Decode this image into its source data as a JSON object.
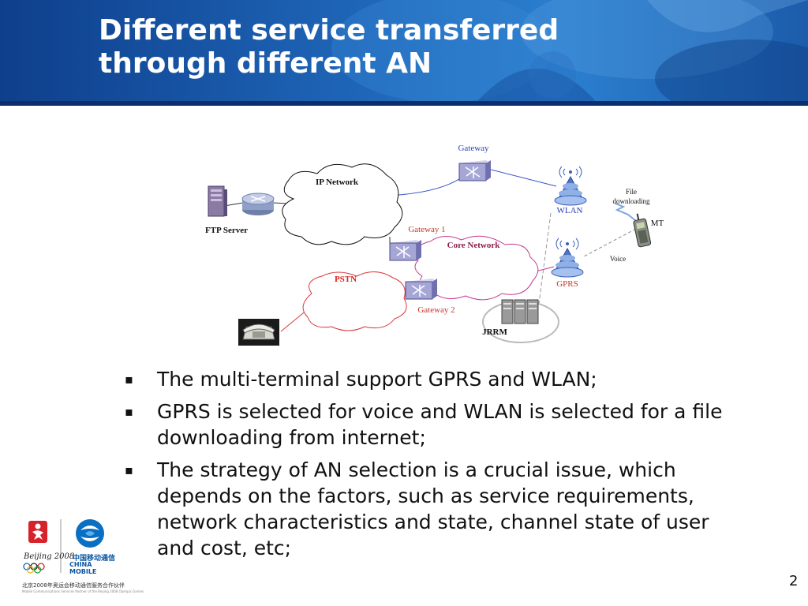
{
  "slide": {
    "title_line1": "Different service transferred",
    "title_line2": "through different AN",
    "page_number": "2"
  },
  "diagram": {
    "labels": {
      "gateway": "Gateway",
      "ip_network": "IP Network",
      "file_downloading_1": "File",
      "file_downloading_2": "downloading",
      "wlan": "WLAN",
      "mt": "MT",
      "ftp_server": "FTP Server",
      "gateway1": "Gateway 1",
      "core_network": "Core Network",
      "voice": "Voice",
      "pstn": "PSTN",
      "gprs": "GPRS",
      "gateway2": "Gateway 2",
      "jrrm": "JRRM"
    },
    "colors": {
      "gateway_text": "#2a3fb5",
      "wlan_text": "#2a3fb5",
      "gateway1_text": "#c0392b",
      "core_network_text": "#8b1a4a",
      "pstn_text": "#e0201b",
      "gprs_text": "#c0392b",
      "gateway2_text": "#c0392b",
      "core_cloud": "#c43a90",
      "pstn_cloud": "#d9333b",
      "ip_cloud": "#111111"
    },
    "icons": [
      "ftp-server-icon",
      "router-icon",
      "gateway-icon",
      "base-station-icon",
      "mobile-phone-icon",
      "telephone-icon",
      "jrrm-server-icon"
    ]
  },
  "bullets": [
    "The multi-terminal support GPRS and WLAN;",
    "GPRS is selected for voice and WLAN is selected for a file downloading from internet;",
    "The strategy of AN selection is a crucial issue, which depends on the factors, such as service requirements, network characteristics and state, channel state of user and cost, etc;"
  ],
  "logos": {
    "beijing_text": "Beijing 2008",
    "china_mobile_cn": "中国移动通信",
    "china_mobile_en": "CHINA MOBILE",
    "caption_cn": "北京2008年奥运会移动通信服务合作伙伴",
    "caption_en": "Mobile Communications Services Partner of the Beijing 2008 Olympic Games"
  }
}
